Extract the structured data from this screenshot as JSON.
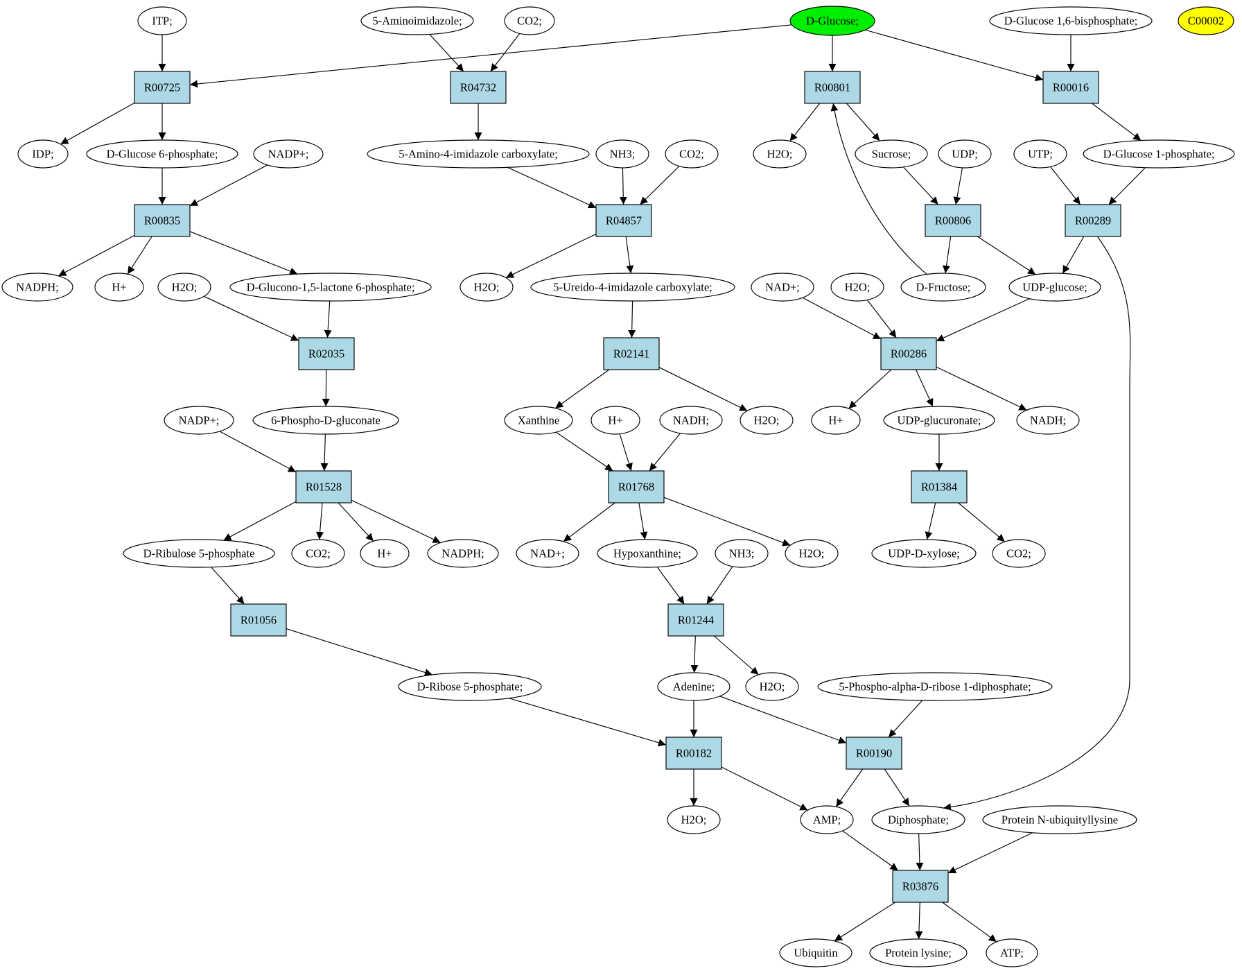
{
  "diagram": {
    "colors": {
      "reaction_fill": "#add8e6",
      "compound_fill": "#ffffff",
      "highlight_fill": "#00ee00",
      "query_fill": "#ffff00"
    },
    "nodes": [
      {
        "id": "itp",
        "label": "ITP;",
        "kind": "compound"
      },
      {
        "id": "aminoimidazole",
        "label": "5-Aminoimidazole;",
        "kind": "compound"
      },
      {
        "id": "co2_a",
        "label": "CO2;",
        "kind": "compound"
      },
      {
        "id": "d_glucose",
        "label": "D-Glucose;",
        "kind": "highlight"
      },
      {
        "id": "g16bp",
        "label": "D-Glucose 1,6-bisphosphate;",
        "kind": "compound"
      },
      {
        "id": "c00002",
        "label": "C00002",
        "kind": "query"
      },
      {
        "id": "R00725",
        "label": "R00725",
        "kind": "reaction"
      },
      {
        "id": "R04732",
        "label": "R04732",
        "kind": "reaction"
      },
      {
        "id": "R00801",
        "label": "R00801",
        "kind": "reaction"
      },
      {
        "id": "R00016",
        "label": "R00016",
        "kind": "reaction"
      },
      {
        "id": "idp",
        "label": "IDP;",
        "kind": "compound"
      },
      {
        "id": "g6p",
        "label": "D-Glucose 6-phosphate;",
        "kind": "compound"
      },
      {
        "id": "nadpp_a",
        "label": "NADP+;",
        "kind": "compound"
      },
      {
        "id": "aica",
        "label": "5-Amino-4-imidazole carboxylate;",
        "kind": "compound"
      },
      {
        "id": "nh3_a",
        "label": "NH3;",
        "kind": "compound"
      },
      {
        "id": "co2_b",
        "label": "CO2;",
        "kind": "compound"
      },
      {
        "id": "h2o_a",
        "label": "H2O;",
        "kind": "compound"
      },
      {
        "id": "sucrose",
        "label": "Sucrose;",
        "kind": "compound"
      },
      {
        "id": "udp",
        "label": "UDP;",
        "kind": "compound"
      },
      {
        "id": "utp",
        "label": "UTP;",
        "kind": "compound"
      },
      {
        "id": "g1p",
        "label": "D-Glucose 1-phosphate;",
        "kind": "compound"
      },
      {
        "id": "R00835",
        "label": "R00835",
        "kind": "reaction"
      },
      {
        "id": "R04857",
        "label": "R04857",
        "kind": "reaction"
      },
      {
        "id": "R00806",
        "label": "R00806",
        "kind": "reaction"
      },
      {
        "id": "R00289",
        "label": "R00289",
        "kind": "reaction"
      },
      {
        "id": "nadph_a",
        "label": "NADPH;",
        "kind": "compound"
      },
      {
        "id": "hp_a",
        "label": "H+",
        "kind": "compound"
      },
      {
        "id": "h2o_b",
        "label": "H2O;",
        "kind": "compound"
      },
      {
        "id": "glucono",
        "label": "D-Glucono-1,5-lactone 6-phosphate;",
        "kind": "compound"
      },
      {
        "id": "h2o_c",
        "label": "H2O;",
        "kind": "compound"
      },
      {
        "id": "ureido",
        "label": "5-Ureido-4-imidazole carboxylate;",
        "kind": "compound"
      },
      {
        "id": "nadp_plus",
        "label": "NAD+;",
        "kind": "compound"
      },
      {
        "id": "h2o_d",
        "label": "H2O;",
        "kind": "compound"
      },
      {
        "id": "fructose",
        "label": "D-Fructose;",
        "kind": "compound"
      },
      {
        "id": "udpglc",
        "label": "UDP-glucose;",
        "kind": "compound"
      },
      {
        "id": "R02035",
        "label": "R02035",
        "kind": "reaction"
      },
      {
        "id": "R02141",
        "label": "R02141",
        "kind": "reaction"
      },
      {
        "id": "R00286",
        "label": "R00286",
        "kind": "reaction"
      },
      {
        "id": "nadpp_b",
        "label": "NADP+;",
        "kind": "compound"
      },
      {
        "id": "pgluconate",
        "label": "6-Phospho-D-gluconate",
        "kind": "compound"
      },
      {
        "id": "xanthine",
        "label": "Xanthine",
        "kind": "compound"
      },
      {
        "id": "hp_b",
        "label": "H+",
        "kind": "compound"
      },
      {
        "id": "nadh_a",
        "label": "NADH;",
        "kind": "compound"
      },
      {
        "id": "h2o_e",
        "label": "H2O;",
        "kind": "compound"
      },
      {
        "id": "hp_c",
        "label": "H+",
        "kind": "compound"
      },
      {
        "id": "udpgluc",
        "label": "UDP-glucuronate;",
        "kind": "compound"
      },
      {
        "id": "nadh_b",
        "label": "NADH;",
        "kind": "compound"
      },
      {
        "id": "R01528",
        "label": "R01528",
        "kind": "reaction"
      },
      {
        "id": "R01768",
        "label": "R01768",
        "kind": "reaction"
      },
      {
        "id": "R01384",
        "label": "R01384",
        "kind": "reaction"
      },
      {
        "id": "ribulose",
        "label": "D-Ribulose 5-phosphate",
        "kind": "compound"
      },
      {
        "id": "co2_c",
        "label": "CO2;",
        "kind": "compound"
      },
      {
        "id": "hp_d",
        "label": "H+",
        "kind": "compound"
      },
      {
        "id": "nadph_b",
        "label": "NADPH;",
        "kind": "compound"
      },
      {
        "id": "nadplus_b",
        "label": "NAD+;",
        "kind": "compound"
      },
      {
        "id": "hypox",
        "label": "Hypoxanthine;",
        "kind": "compound"
      },
      {
        "id": "nh3_b",
        "label": "NH3;",
        "kind": "compound"
      },
      {
        "id": "h2o_f",
        "label": "H2O;",
        "kind": "compound"
      },
      {
        "id": "udpxyl",
        "label": "UDP-D-xylose;",
        "kind": "compound"
      },
      {
        "id": "co2_d",
        "label": "CO2;",
        "kind": "compound"
      },
      {
        "id": "R01056",
        "label": "R01056",
        "kind": "reaction"
      },
      {
        "id": "R01244",
        "label": "R01244",
        "kind": "reaction"
      },
      {
        "id": "ribose5p",
        "label": "D-Ribose 5-phosphate;",
        "kind": "compound"
      },
      {
        "id": "adenine",
        "label": "Adenine;",
        "kind": "compound"
      },
      {
        "id": "h2o_g",
        "label": "H2O;",
        "kind": "compound"
      },
      {
        "id": "prpp",
        "label": "5-Phospho-alpha-D-ribose 1-diphosphate;",
        "kind": "compound"
      },
      {
        "id": "R00182",
        "label": "R00182",
        "kind": "reaction"
      },
      {
        "id": "R00190",
        "label": "R00190",
        "kind": "reaction"
      },
      {
        "id": "h2o_h",
        "label": "H2O;",
        "kind": "compound"
      },
      {
        "id": "amp",
        "label": "AMP;",
        "kind": "compound"
      },
      {
        "id": "diphos",
        "label": "Diphosphate;",
        "kind": "compound"
      },
      {
        "id": "protub",
        "label": "Protein N-ubiquityllysine",
        "kind": "compound"
      },
      {
        "id": "R03876",
        "label": "R03876",
        "kind": "reaction"
      },
      {
        "id": "ubiquitin",
        "label": "Ubiquitin",
        "kind": "compound"
      },
      {
        "id": "protlys",
        "label": "Protein lysine;",
        "kind": "compound"
      },
      {
        "id": "atp",
        "label": "ATP;",
        "kind": "compound"
      }
    ],
    "edges": [
      [
        "itp",
        "R00725"
      ],
      [
        "d_glucose",
        "R00725"
      ],
      [
        "aminoimidazole",
        "R04732"
      ],
      [
        "co2_a",
        "R04732"
      ],
      [
        "d_glucose",
        "R00801"
      ],
      [
        "d_glucose",
        "R00016"
      ],
      [
        "g16bp",
        "R00016"
      ],
      [
        "R00725",
        "idp"
      ],
      [
        "R00725",
        "g6p"
      ],
      [
        "R04732",
        "aica"
      ],
      [
        "R00801",
        "h2o_a"
      ],
      [
        "R00801",
        "sucrose"
      ],
      [
        "R00016",
        "g1p"
      ],
      [
        "g6p",
        "R00835"
      ],
      [
        "nadpp_a",
        "R00835"
      ],
      [
        "aica",
        "R04857"
      ],
      [
        "nh3_a",
        "R04857"
      ],
      [
        "co2_b",
        "R04857"
      ],
      [
        "sucrose",
        "R00806"
      ],
      [
        "udp",
        "R00806"
      ],
      [
        "utp",
        "R00289"
      ],
      [
        "g1p",
        "R00289"
      ],
      [
        "R00835",
        "nadph_a"
      ],
      [
        "R00835",
        "hp_a"
      ],
      [
        "R00835",
        "glucono"
      ],
      [
        "R04857",
        "h2o_c"
      ],
      [
        "R04857",
        "ureido"
      ],
      [
        "R00806",
        "fructose"
      ],
      [
        "R00806",
        "udpglc"
      ],
      [
        "fructose",
        "R00801"
      ],
      [
        "R00289",
        "udpglc"
      ],
      [
        "R00289",
        "diphos"
      ],
      [
        "h2o_b",
        "R02035"
      ],
      [
        "glucono",
        "R02035"
      ],
      [
        "ureido",
        "R02141"
      ],
      [
        "nadp_plus",
        "R00286"
      ],
      [
        "h2o_d",
        "R00286"
      ],
      [
        "udpglc",
        "R00286"
      ],
      [
        "R02035",
        "pgluconate"
      ],
      [
        "R02141",
        "xanthine"
      ],
      [
        "R02141",
        "h2o_e"
      ],
      [
        "R00286",
        "hp_c"
      ],
      [
        "R00286",
        "udpgluc"
      ],
      [
        "R00286",
        "nadh_b"
      ],
      [
        "nadpp_b",
        "R01528"
      ],
      [
        "pgluconate",
        "R01528"
      ],
      [
        "xanthine",
        "R01768"
      ],
      [
        "hp_b",
        "R01768"
      ],
      [
        "nadh_a",
        "R01768"
      ],
      [
        "udpgluc",
        "R01384"
      ],
      [
        "R01528",
        "ribulose"
      ],
      [
        "R01528",
        "co2_c"
      ],
      [
        "R01528",
        "hp_d"
      ],
      [
        "R01528",
        "nadph_b"
      ],
      [
        "R01768",
        "nadplus_b"
      ],
      [
        "R01768",
        "hypox"
      ],
      [
        "R01768",
        "h2o_f"
      ],
      [
        "R01384",
        "udpxyl"
      ],
      [
        "R01384",
        "co2_d"
      ],
      [
        "ribulose",
        "R01056"
      ],
      [
        "hypox",
        "R01244"
      ],
      [
        "nh3_b",
        "R01244"
      ],
      [
        "R01056",
        "ribose5p"
      ],
      [
        "R01244",
        "adenine"
      ],
      [
        "R01244",
        "h2o_g"
      ],
      [
        "ribose5p",
        "R00182"
      ],
      [
        "adenine",
        "R00182"
      ],
      [
        "adenine",
        "R00190"
      ],
      [
        "prpp",
        "R00190"
      ],
      [
        "R00182",
        "h2o_h"
      ],
      [
        "R00182",
        "amp"
      ],
      [
        "R00190",
        "amp"
      ],
      [
        "R00190",
        "diphos"
      ],
      [
        "amp",
        "R03876"
      ],
      [
        "diphos",
        "R03876"
      ],
      [
        "protub",
        "R03876"
      ],
      [
        "R03876",
        "ubiquitin"
      ],
      [
        "R03876",
        "protlys"
      ],
      [
        "R03876",
        "atp"
      ]
    ]
  }
}
